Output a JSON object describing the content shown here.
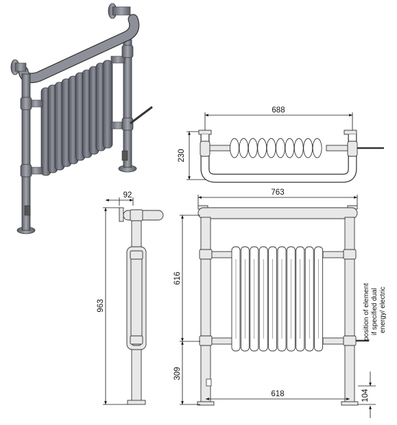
{
  "dimensions": {
    "top_view_width": "688",
    "top_view_depth": "230",
    "side_depth": "92",
    "overall_height": "963",
    "overall_width": "763",
    "element_height": "616",
    "bottom_height": "309",
    "leg_centres": "618",
    "foot_height": "104"
  },
  "note": {
    "lines": [
      "position of element",
      "if specified dual",
      "energy/ electric"
    ]
  },
  "colors": {
    "line": "#111111",
    "pipe_fill": "#e8e8e8",
    "iso_dark": "#5a5d66",
    "iso_mid": "#7b7e87",
    "iso_light": "#a3a6ad"
  }
}
